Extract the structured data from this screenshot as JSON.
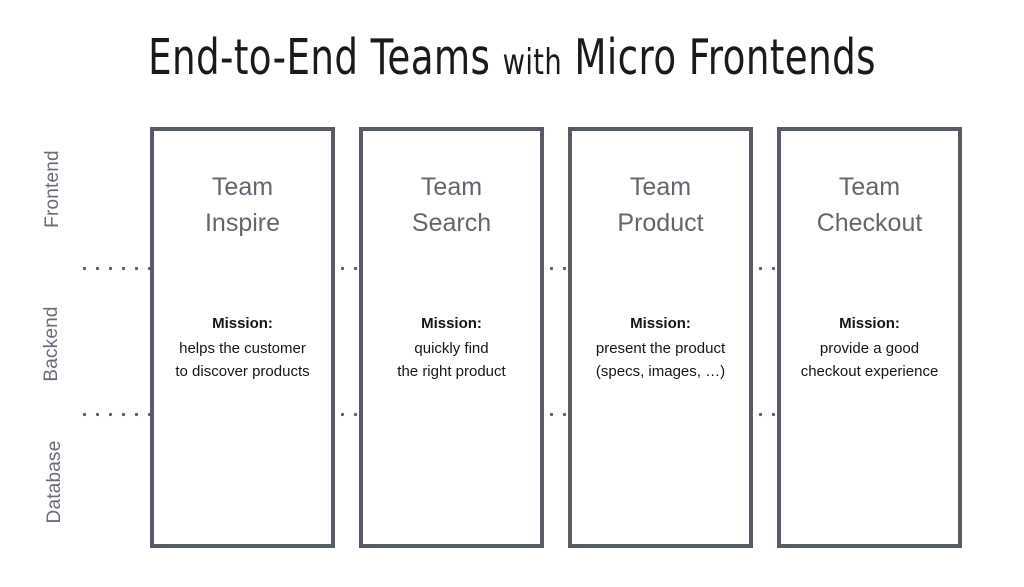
{
  "title": {
    "part1": "End-to-End Teams",
    "part2": "with",
    "part3": "Micro Frontends"
  },
  "axis": {
    "labels": [
      {
        "name": "frontend",
        "text": "Frontend"
      },
      {
        "name": "backend",
        "text": "Backend"
      },
      {
        "name": "database",
        "text": "Database"
      }
    ]
  },
  "colors": {
    "background": "#ffffff",
    "box_border": "#575C67",
    "team_name": "#62666F",
    "axis_label": "#676D78",
    "mission_text": "#161616",
    "dots": "#5A5F6A"
  },
  "teams": [
    {
      "id": "inspire",
      "name_line1": "Team",
      "name_line2": "Inspire",
      "mission_title": "Mission:",
      "mission_line1": "helps the customer",
      "mission_line2": "to discover products"
    },
    {
      "id": "search",
      "name_line1": "Team",
      "name_line2": "Search",
      "mission_title": "Mission:",
      "mission_line1": "quickly find",
      "mission_line2": "the right product"
    },
    {
      "id": "product",
      "name_line1": "Team",
      "name_line2": "Product",
      "mission_title": "Mission:",
      "mission_line1": "present the product",
      "mission_line2": "(specs, images, …)"
    },
    {
      "id": "checkout",
      "name_line1": "Team",
      "name_line2": "Checkout",
      "mission_title": "Mission:",
      "mission_line1": "provide a good",
      "mission_line2": "checkout experience"
    }
  ]
}
